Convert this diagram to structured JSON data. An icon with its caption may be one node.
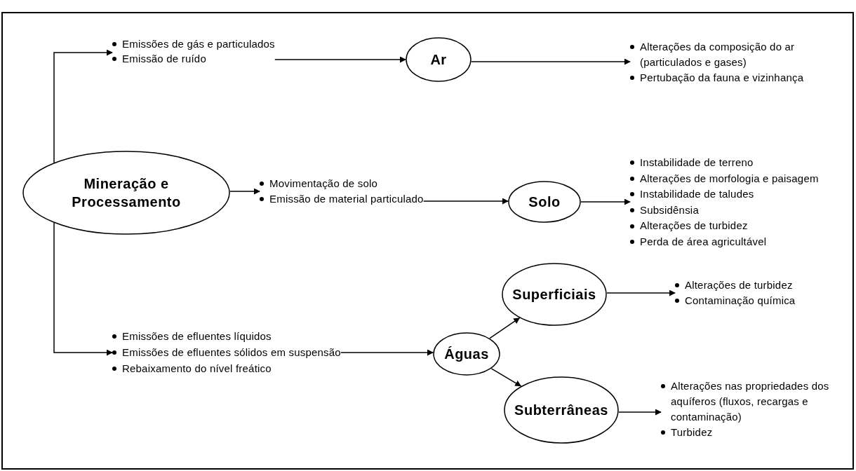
{
  "diagram": {
    "nodes": [
      {
        "text": [
          "Mineração e Processamento"
        ]
      },
      {
        "text": [
          "Emissões de gás e particulados",
          "Emissão de ruído"
        ]
      },
      {
        "text": [
          "Ar"
        ]
      },
      {
        "text": [
          "Alterações da composição do ar (particulados e gases)",
          "Pertubação da fauna e vizinhança"
        ]
      },
      {
        "text": [
          "Movimentação de solo",
          "Emissão de material particulado"
        ]
      },
      {
        "text": [
          "Solo"
        ]
      },
      {
        "text": [
          "Instabilidade de terreno",
          "Alterações de morfologia e paisagem",
          "Instabilidade de taludes",
          "Subsidênsia",
          "Alterações de turbidez",
          "Perda de área agricultável"
        ]
      },
      {
        "text": [
          "Emissões de efluentes líquidos",
          "Emissões de efluentes sólidos em suspensão",
          "Rebaixamento do nível freático"
        ]
      },
      {
        "text": [
          "Águas"
        ]
      },
      {
        "text": [
          "Superficiais"
        ]
      },
      {
        "text": [
          "Alterações de turbidez",
          "Contaminação química"
        ]
      },
      {
        "text": [
          "Subterrâneas"
        ]
      },
      {
        "text": [
          "Alterações nas propriedades dos aquíferos (fluxos, recargas e contaminação)",
          "Turbidez"
        ]
      }
    ],
    "edges": [
      {
        "from": 0,
        "to": 1,
        "arrow": "to"
      },
      {
        "from": 1,
        "to": 2,
        "arrow": "to"
      },
      {
        "from": 2,
        "to": 3,
        "arrow": "to"
      },
      {
        "from": 0,
        "to": 4,
        "arrow": "to"
      },
      {
        "from": 4,
        "to": 5,
        "arrow": "to"
      },
      {
        "from": 5,
        "to": 6,
        "arrow": "to"
      },
      {
        "from": 0,
        "to": 7,
        "arrow": "to"
      },
      {
        "from": 7,
        "to": 8,
        "arrow": "to"
      },
      {
        "from": 8,
        "to": 9,
        "arrow": "to"
      },
      {
        "from": 8,
        "to": 11,
        "arrow": "to"
      },
      {
        "from": 9,
        "to": 10,
        "arrow": "to"
      },
      {
        "from": 11,
        "to": 12,
        "arrow": "to"
      }
    ]
  }
}
